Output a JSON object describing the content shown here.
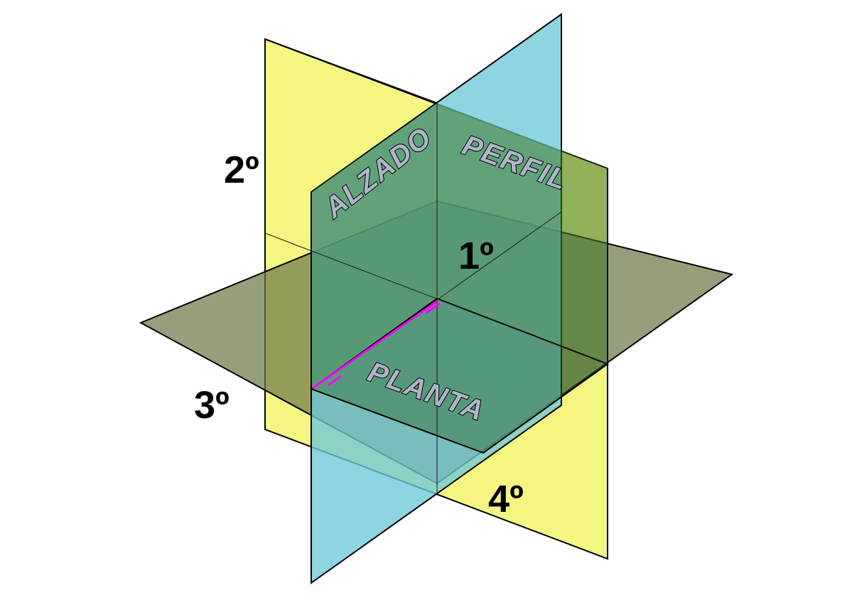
{
  "labels": {
    "alzado": "ALZADO",
    "perfil": "PERFIL",
    "planta": "PLANTA",
    "dihedral_1": "1º",
    "dihedral_2": "2º",
    "dihedral_3": "3º",
    "dihedral_4": "4º"
  },
  "colors": {
    "frontal_plane": "#f4f57a",
    "profile_plane": "#7ecfdc",
    "horizontal_plane": "#8b9a6a",
    "overlap_plane": "#5b8f52",
    "label_fill": "#b0b4c8",
    "measure_line": "#ff00ff"
  }
}
